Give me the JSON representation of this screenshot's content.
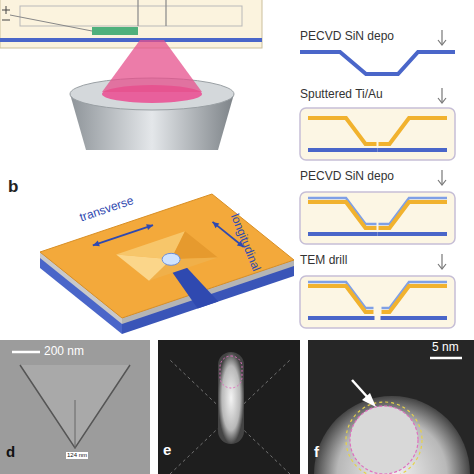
{
  "diagram": {
    "labels": [
      "PECVD SiN depo",
      "Sputtered Ti/Au",
      "PECVD SiN depo",
      "TEM drill",
      "b",
      "transverse",
      "longitudinal",
      "d",
      "200 nm",
      "124 nm",
      "e",
      "f",
      "5 nm"
    ]
  }
}
